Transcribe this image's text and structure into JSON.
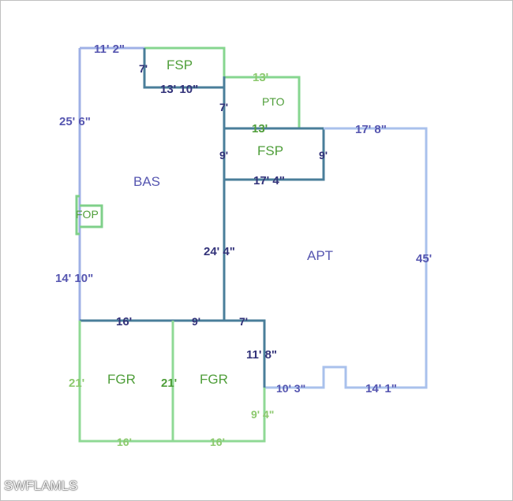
{
  "colors": {
    "bas": "#9fb0e6",
    "fsp": "#4a7e9a",
    "pto": "#86d68f",
    "apt": "#a9c1ec",
    "fgr": "#8fd995",
    "fop": "#7fd08a",
    "label_blue": "#5656b0",
    "label_dark": "#33337a",
    "label_green": "#4f9e3a",
    "label_lightgreen": "#8cc96e"
  },
  "rooms": {
    "bas": "BAS",
    "fsp_top": "FSP",
    "pto": "PTO",
    "fsp_mid": "FSP",
    "apt": "APT",
    "fop": "FOP",
    "fgr_left": "FGR",
    "fgr_right": "FGR"
  },
  "dims": {
    "d_11_2": "11' 2\"",
    "d_7a": "7'",
    "d_13_10": "13' 10\"",
    "d_13a": "13'",
    "d_7b": "7'",
    "d_13b": "13'",
    "d_25_6": "25' 6\"",
    "d_9a": "9'",
    "d_9b": "9'",
    "d_17_8": "17' 8\"",
    "d_17_4": "17' 4\"",
    "d_24_4": "24' 4\"",
    "d_45": "45'",
    "d_14_10": "14' 10\"",
    "d_16a": "16'",
    "d_9c": "9'",
    "d_7c": "7'",
    "d_11_8": "11' 8\"",
    "d_21a": "21'",
    "d_21b": "21'",
    "d_10_3": "10' 3\"",
    "d_14_1": "14' 1\"",
    "d_9_4": "9' 4\"",
    "d_16b": "16'",
    "d_16c": "16'"
  },
  "watermark": "SWFLAMLS"
}
